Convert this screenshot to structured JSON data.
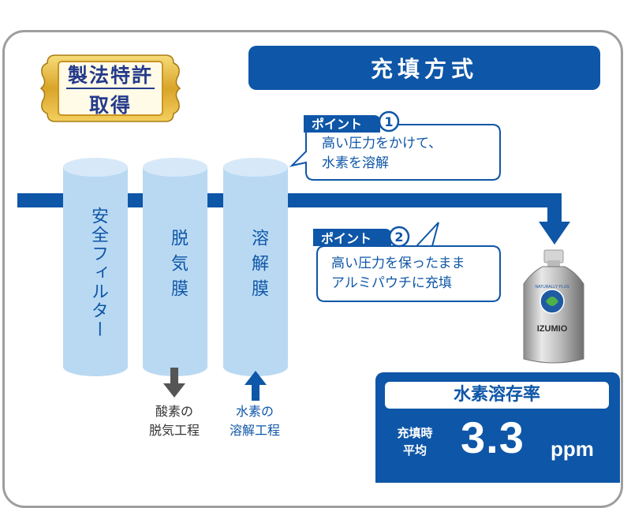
{
  "badge": {
    "line1": "製法特許",
    "line2": "取得"
  },
  "title": "充填方式",
  "filters": [
    {
      "label": "安全フィルター"
    },
    {
      "label": "脱気膜"
    },
    {
      "label": "溶解膜"
    }
  ],
  "points": [
    {
      "tag": "ポイント",
      "number": "1",
      "lines": [
        "高い圧力をかけて、",
        "水素を溶解"
      ]
    },
    {
      "tag": "ポイント",
      "number": "2",
      "lines": [
        "高い圧力を保ったまま",
        "アルミパウチに充填"
      ]
    }
  ],
  "processes": [
    {
      "lines": [
        "酸素の",
        "脱気工程"
      ]
    },
    {
      "lines": [
        "水素の",
        "溶解工程"
      ]
    }
  ],
  "product": {
    "brand_top": "NATURALLY PLUS",
    "name": "IZUMIO"
  },
  "result": {
    "title": "水素溶存率",
    "sub_line1": "充填時",
    "sub_line2": "平均",
    "value": "3.3",
    "unit": "ppm"
  },
  "colors": {
    "primary": "#0e56a7",
    "cylinder": "#b9d9f3",
    "badge_gold": "#d9a42a",
    "text_dark": "#243a8c"
  }
}
